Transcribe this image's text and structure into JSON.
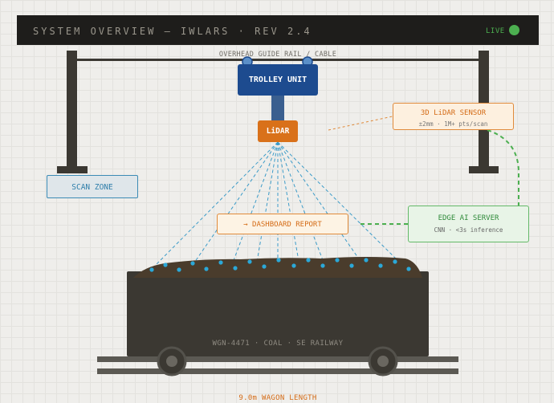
{
  "header": {
    "title": "SYSTEM OVERVIEW — IWLARS · REV 2.4",
    "live_label": "LIVE",
    "live_color": "#4caf50"
  },
  "labels": {
    "rail": "OVERHEAD GUIDE RAIL / CABLE",
    "trolley": "TROLLEY UNIT",
    "lidar": "LiDAR",
    "lidar_sensor_title": "3D LiDAR SENSOR",
    "lidar_sensor_spec": "±2mm · 1M+ pts/scan",
    "scan_zone": "SCAN ZONE",
    "edge_ai_title": "EDGE AI SERVER",
    "edge_ai_spec": "CNN · <3s inference",
    "dashboard": "→ DASHBOARD REPORT",
    "wagon": "WGN-4471 · COAL · SE RAILWAY",
    "wagon_length": "9.0m WAGON LENGTH"
  },
  "colors": {
    "trolley": "#1d4b8f",
    "lidar": "#d9711a",
    "scan_beam": "#3c9bc8",
    "ai_link": "#4caf50",
    "wagon": "#3b3832"
  }
}
